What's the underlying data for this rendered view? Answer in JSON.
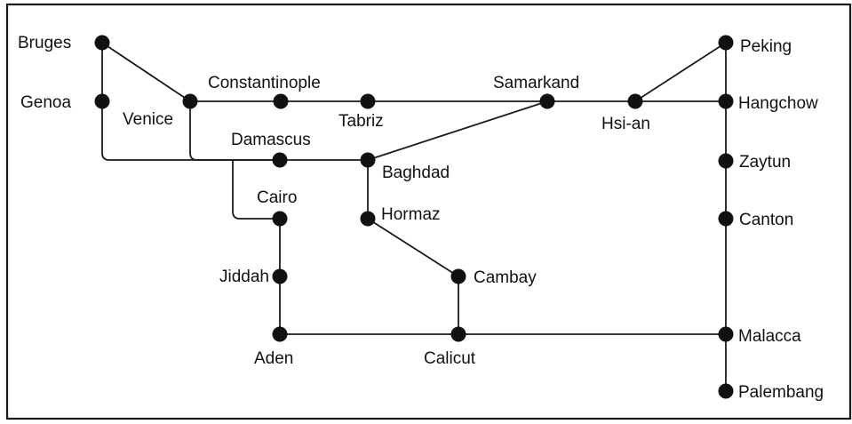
{
  "colors": {
    "line": "#1a1a1a",
    "node": "#111111",
    "background": "#ffffff"
  },
  "cities": {
    "bruges": "Bruges",
    "genoa": "Genoa",
    "venice": "Venice",
    "constantinople": "Constantinople",
    "tabriz": "Tabriz",
    "damascus": "Damascus",
    "baghdad": "Baghdad",
    "cairo": "Cairo",
    "hormaz": "Hormaz",
    "jiddah": "Jiddah",
    "cambay": "Cambay",
    "aden": "Aden",
    "calicut": "Calicut",
    "samarkand": "Samarkand",
    "hsian": "Hsi-an",
    "peking": "Peking",
    "hangchow": "Hangchow",
    "zaytun": "Zaytun",
    "canton": "Canton",
    "malacca": "Malacca",
    "palembang": "Palembang"
  },
  "routes": [
    [
      "bruges",
      "genoa"
    ],
    [
      "bruges",
      "venice"
    ],
    [
      "venice",
      "constantinople"
    ],
    [
      "constantinople",
      "tabriz"
    ],
    [
      "tabriz",
      "samarkand"
    ],
    [
      "samarkand",
      "hsian"
    ],
    [
      "hsian",
      "hangchow"
    ],
    [
      "hsian",
      "peking"
    ],
    [
      "peking",
      "hangchow"
    ],
    [
      "hangchow",
      "zaytun"
    ],
    [
      "zaytun",
      "canton"
    ],
    [
      "canton",
      "malacca"
    ],
    [
      "malacca",
      "palembang"
    ],
    [
      "samarkand",
      "baghdad"
    ],
    [
      "genoa",
      "damascus"
    ],
    [
      "venice",
      "damascus"
    ],
    [
      "damascus",
      "baghdad"
    ],
    [
      "damascus",
      "cairo"
    ],
    [
      "baghdad",
      "hormaz"
    ],
    [
      "hormaz",
      "cambay"
    ],
    [
      "cambay",
      "calicut"
    ],
    [
      "cairo",
      "jiddah"
    ],
    [
      "jiddah",
      "aden"
    ],
    [
      "aden",
      "calicut"
    ],
    [
      "calicut",
      "malacca"
    ]
  ]
}
